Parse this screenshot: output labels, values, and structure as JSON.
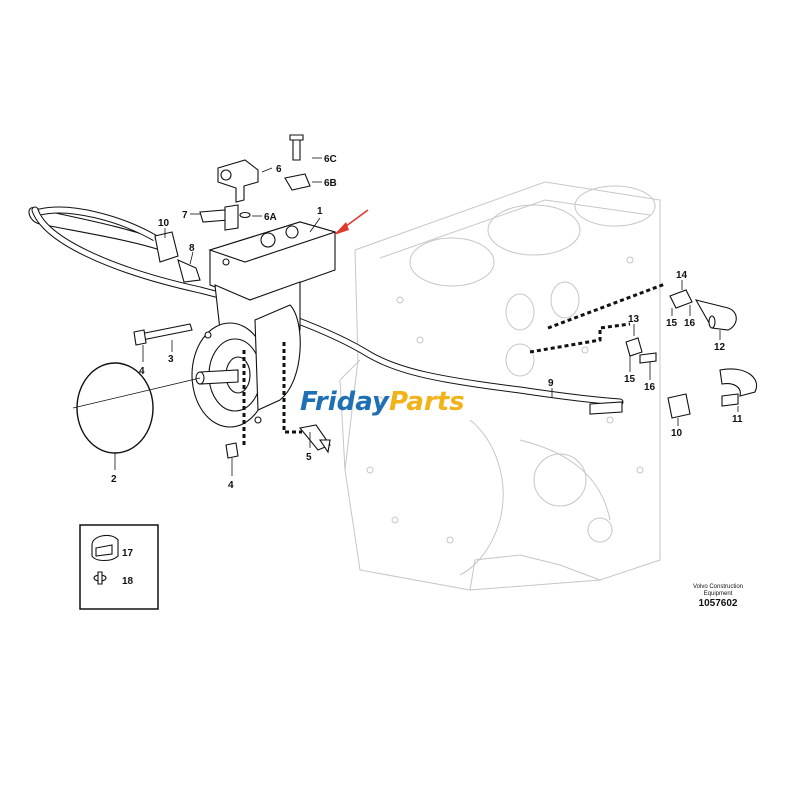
{
  "watermark": {
    "part1": "Friday",
    "part2": "Parts",
    "color1": "#1f6fb5",
    "color2": "#f2b21a"
  },
  "callouts": {
    "c1": "1",
    "c2": "2",
    "c3": "3",
    "c4a": "4",
    "c4b": "4",
    "c5": "5",
    "c6": "6",
    "c6a": "6A",
    "c6b": "6B",
    "c6c": "6C",
    "c7": "7",
    "c8": "8",
    "c9": "9",
    "c10a": "10",
    "c10b": "10",
    "c11": "11",
    "c12": "12",
    "c13": "13",
    "c14": "14",
    "c15a": "15",
    "c15b": "15",
    "c16a": "16",
    "c16b": "16",
    "c17": "17",
    "c18": "18"
  },
  "caption": {
    "line1": "Volvo Construction",
    "line2": "Equipment",
    "number": "1057602"
  },
  "colors": {
    "arrow": "#e0382b",
    "ink": "#111111",
    "ghost": "#c6c6c6"
  }
}
